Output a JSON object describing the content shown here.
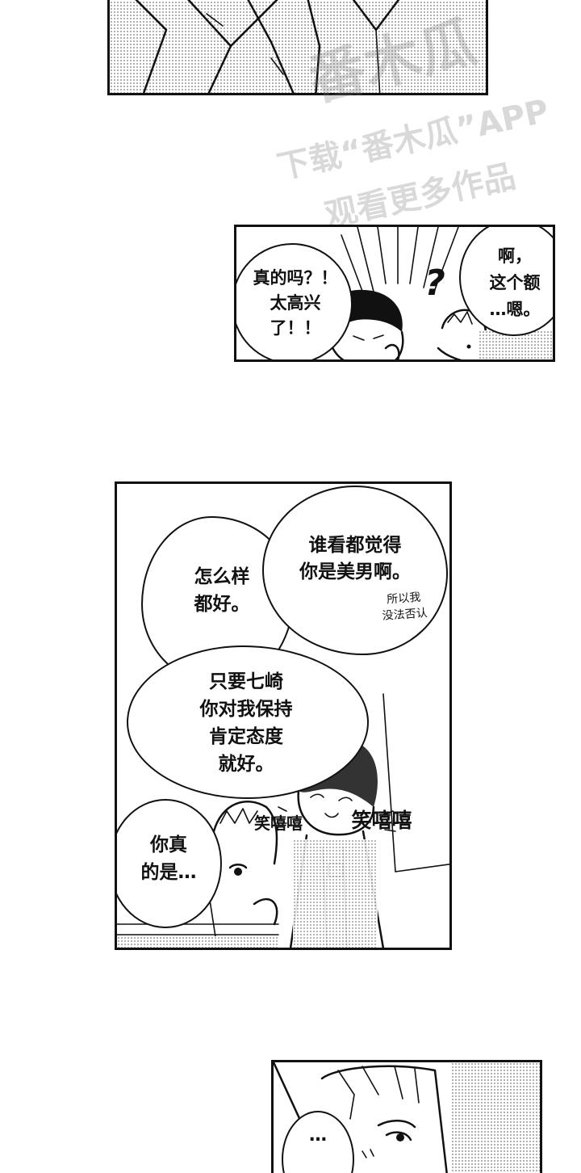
{
  "watermark": {
    "logo": "番木瓜",
    "line1": "下载“番木瓜”APP",
    "line2": "观看更多作品"
  },
  "panel2": {
    "left_bubble": "真的吗？！\n太高兴\n了！！",
    "question_mark": "?",
    "right_bubble": "啊，\n这个额\n…嗯。"
  },
  "panel3": {
    "bubble_how": "怎么样\n都好。",
    "bubble_everyone": "谁看都觉得\n你是美男啊。",
    "small_note": "所以我\n没法否认",
    "bubble_as_long": "只要七崎\n你对我保持\n肯定态度\n就好。",
    "sfx_1": "笑嘻嘻",
    "sfx_2": "笑嘻嘻",
    "bubble_you": "你真\n的是…"
  },
  "panel4": {
    "bubble_ellipsis": "…"
  }
}
